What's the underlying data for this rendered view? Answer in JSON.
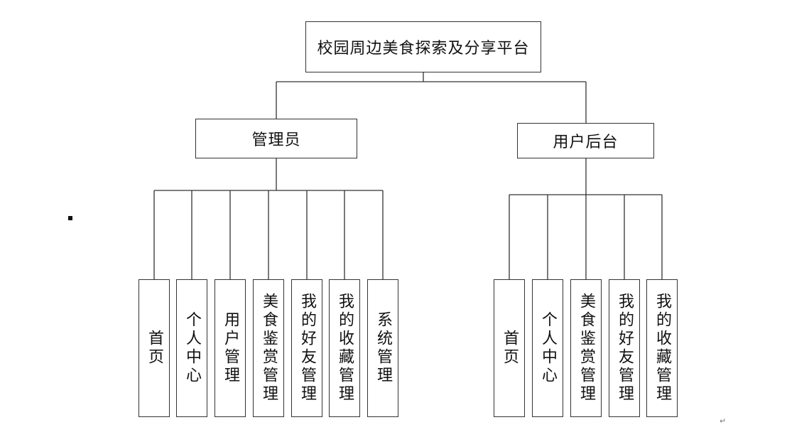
{
  "root": {
    "label": "校园周边美食探索及分享平台"
  },
  "admin": {
    "label": "管理员",
    "children": [
      "首页",
      "个人中心",
      "用户管理",
      "美食鉴赏管理",
      "我的好友管理",
      "我的收藏管理",
      "系统管理"
    ]
  },
  "user": {
    "label": "用户后台",
    "children": [
      "首页",
      "个人中心",
      "美食鉴赏管理",
      "我的好友管理",
      "我的收藏管理"
    ]
  },
  "marks": {
    "paragraph": "↵"
  }
}
